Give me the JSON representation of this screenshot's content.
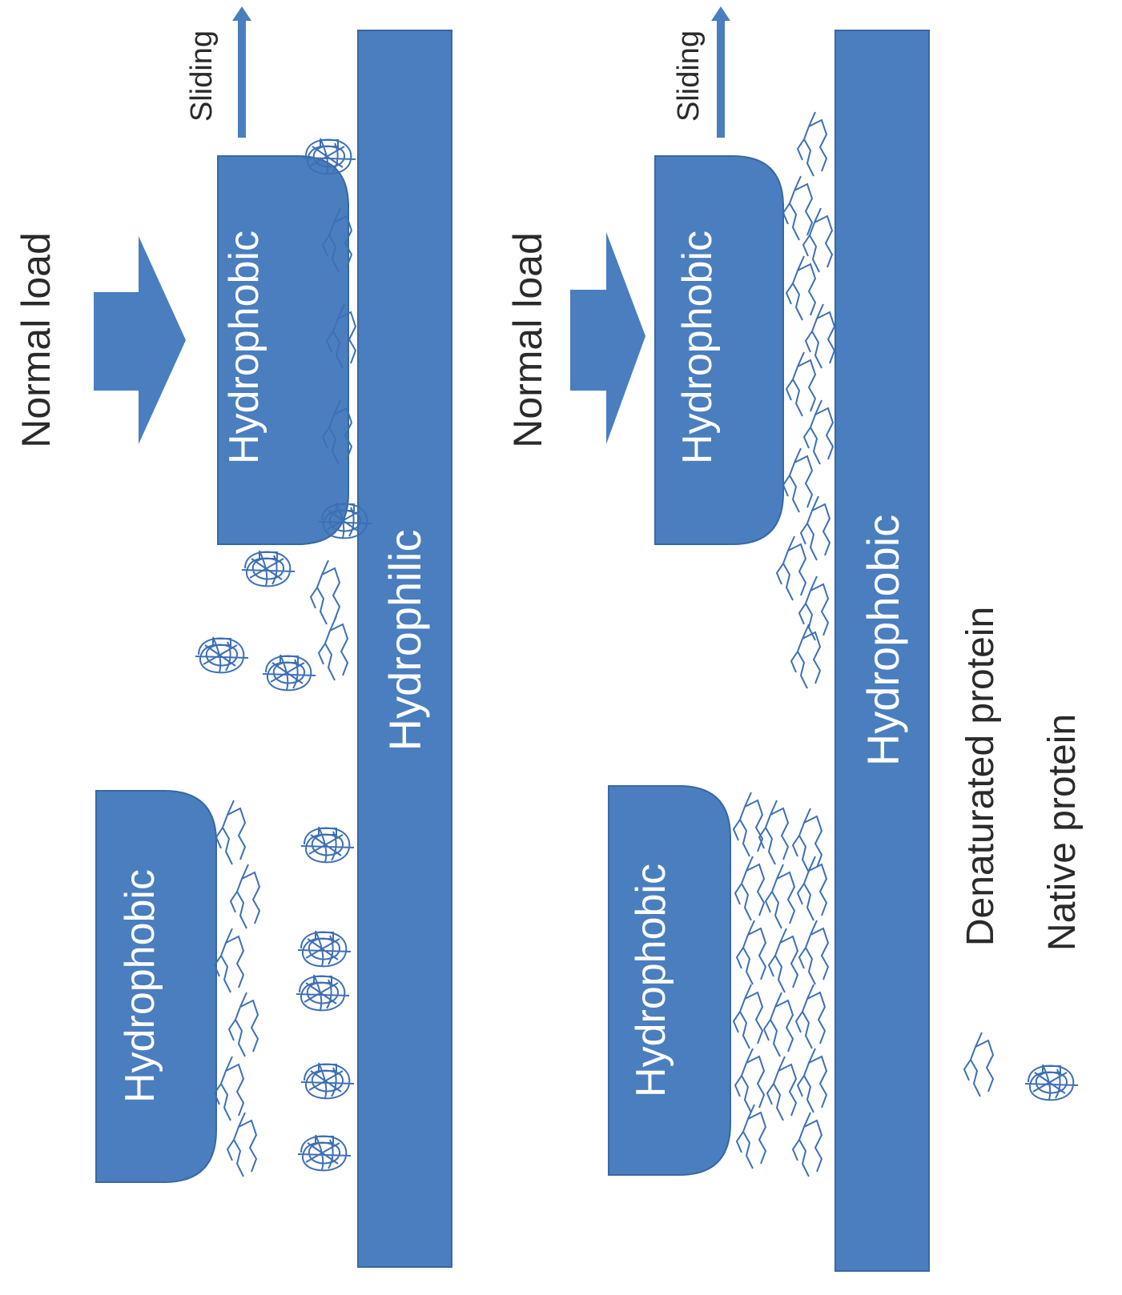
{
  "colors": {
    "block": "#4a7ebf",
    "block_border": "#3a67a3",
    "protein_stroke": "#3d6fb6",
    "text": "#2a2a2a"
  },
  "panel_left": {
    "load_label": "Normal load",
    "sliding_label": "Sliding",
    "top_block_label": "Hydrophobic",
    "bottom_block_label": "Hydrophobic",
    "plate_label": "Hydrophilic"
  },
  "panel_right": {
    "load_label": "Normal load",
    "sliding_label": "Sliding",
    "top_block_label": "Hydrophobic",
    "bottom_block_label": "Hydrophobic",
    "plate_label": "Hydrophobic"
  },
  "legend": {
    "denatured_label": "Denaturated protein",
    "native_label": "Native protein"
  }
}
